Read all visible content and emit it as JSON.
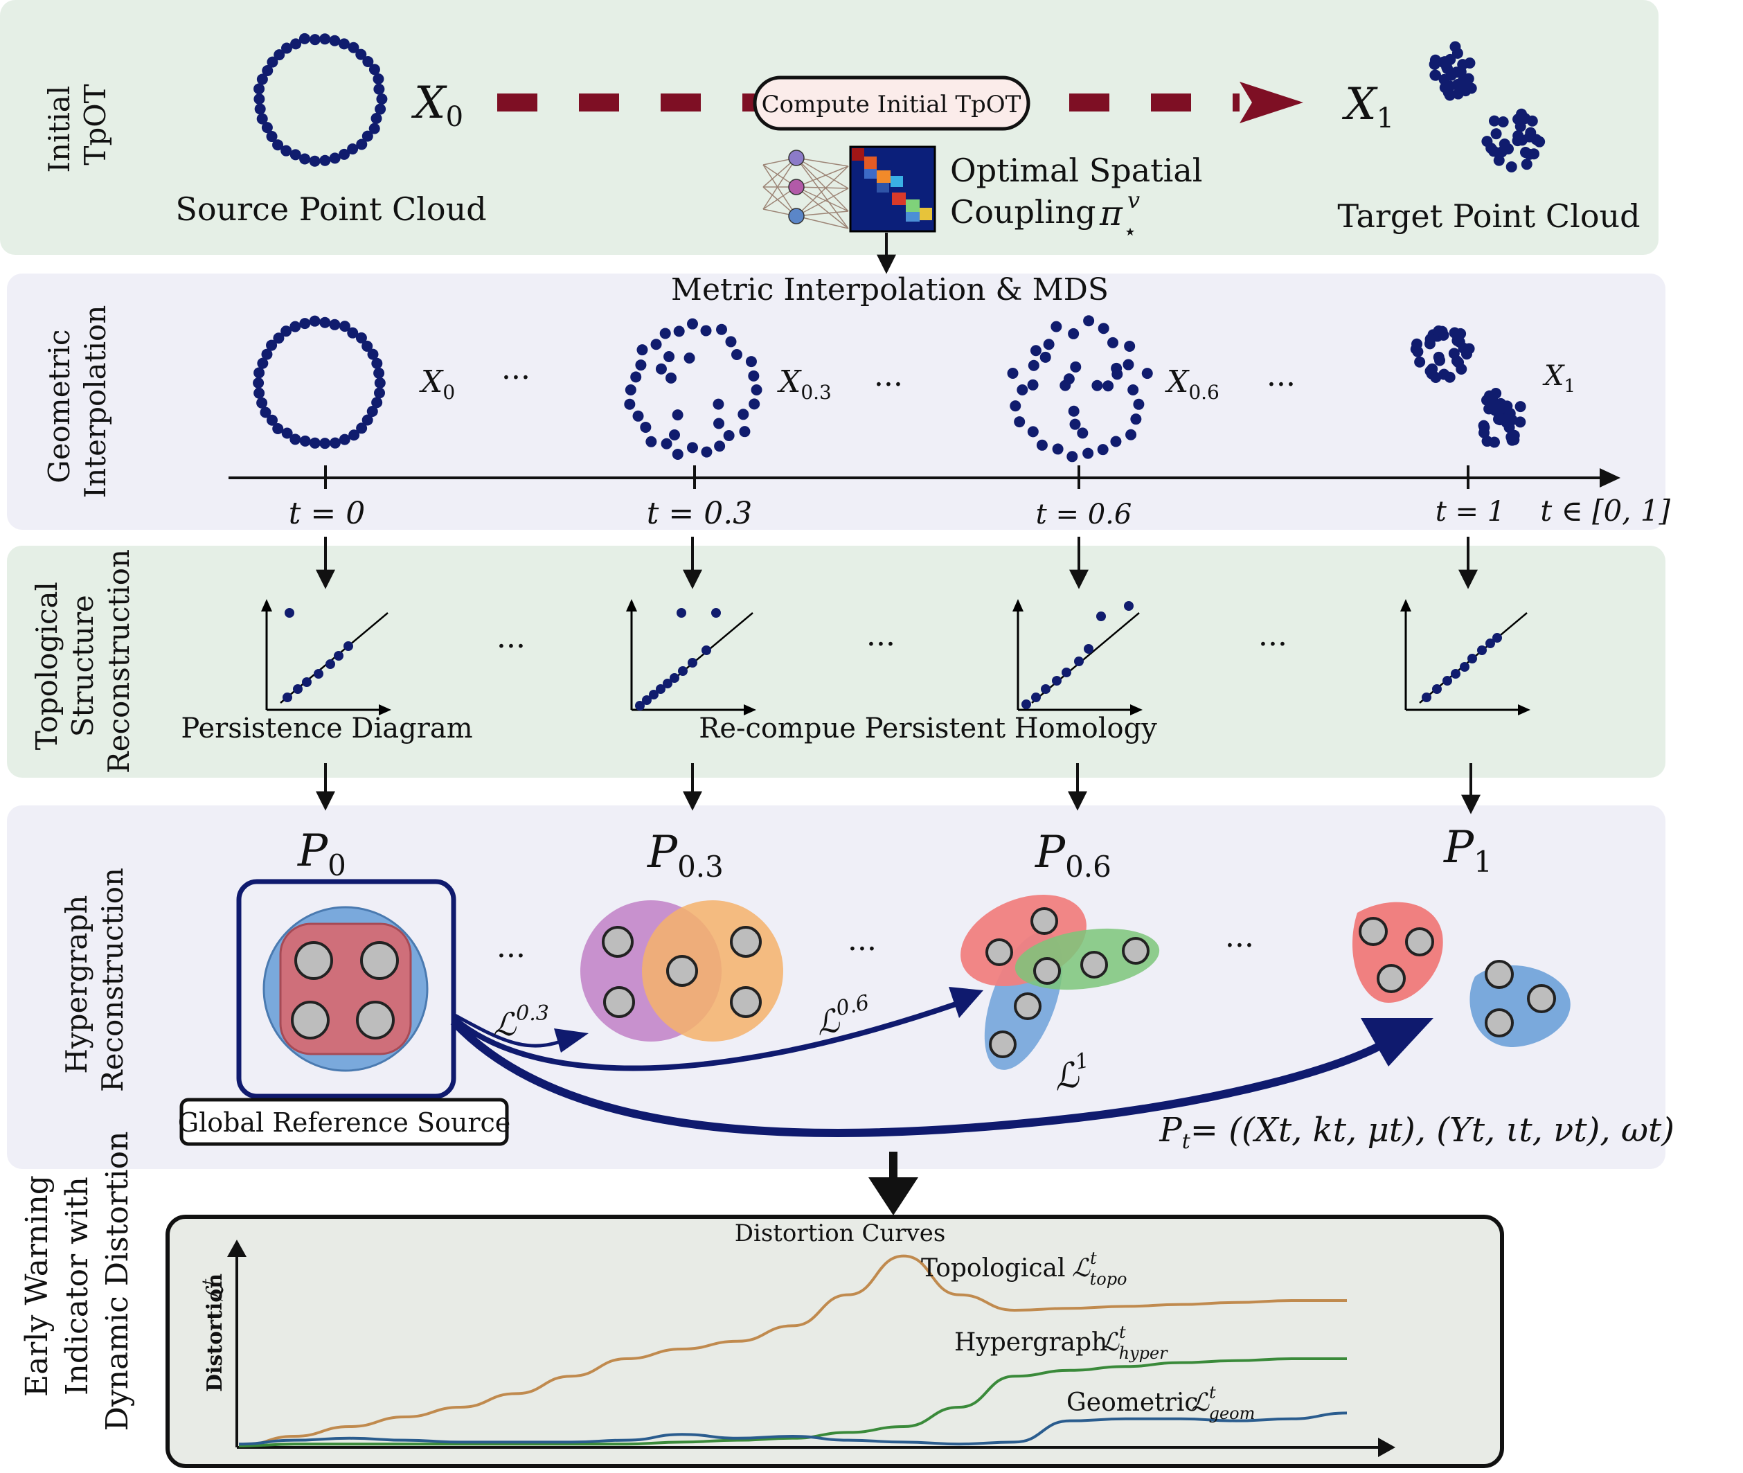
{
  "panels": {
    "p1": {
      "label_l1": "Initial",
      "label_l2": "TpOT",
      "bg": "#e5efe6"
    },
    "p2": {
      "label_l1": "Geometric",
      "label_l2": "Interpolation",
      "bg": "#efeff7"
    },
    "p3": {
      "label_l1": "Topological",
      "label_l2": "Structure",
      "label_l3": "Reconstruction",
      "bg": "#e5efe6"
    },
    "p4": {
      "label_l1": "Hypergraph",
      "label_l2": "Reconstruction",
      "bg": "#efeff7"
    },
    "p5": {
      "label_l1": "Early Warning",
      "label_l2": "Indicator with",
      "label_l3": "Dynamic Distortion",
      "bg": "#e8ebe6"
    }
  },
  "top": {
    "x0_symbol": "X",
    "x0_sub": "0",
    "x1_symbol": "X",
    "x1_sub": "1",
    "source_label": "Source Point Cloud",
    "target_label": "Target Point Cloud",
    "compute_label": "Compute Initial TpOT",
    "coupling_l1": "Optimal Spatial",
    "coupling_l2": "Coupling",
    "coupling_symbol": "π",
    "coupling_sup": "v",
    "coupling_sub": "⋆",
    "arrow_color": "#7e0f24"
  },
  "interp": {
    "title": "Metric Interpolation & MDS",
    "x_labels": [
      {
        "sym": "X",
        "sub": "0"
      },
      {
        "sym": "X",
        "sub": "0.3"
      },
      {
        "sym": "X",
        "sub": "0.6"
      },
      {
        "sym": "X",
        "sub": "1"
      }
    ],
    "t_labels": [
      "t = 0",
      "t = 0.3",
      "t = 0.6",
      "t = 1"
    ],
    "range_label": "t ∈ [0, 1]",
    "ellipsis": "···"
  },
  "topo": {
    "pd_label": "Persistence Diagram",
    "recompute_label": "Re-compue Persistent Homology"
  },
  "hyper": {
    "p_labels": [
      {
        "sym": "P",
        "sub": "0"
      },
      {
        "sym": "P",
        "sub": "0.3"
      },
      {
        "sym": "P",
        "sub": "0.6"
      },
      {
        "sym": "P",
        "sub": "1"
      }
    ],
    "global_label": "Global Reference Source",
    "l_symbol": "ℒ",
    "l_sups": [
      "0.3",
      "0.6",
      "1"
    ],
    "formula": "P",
    "formula_sub": "t",
    "formula_rest": " = ((X",
    "formula_full": "= ((Xt, kt, μt), (Yt, ιt, νt), ωt)",
    "colors": {
      "red": "#f08080",
      "blue": "#7aa9dc",
      "green": "#7cc57a",
      "purple": "#c386c9",
      "orange": "#f4b26b",
      "node": "#bdbdbd",
      "arrow": "#0f1a6e"
    }
  },
  "chart_data": {
    "type": "line",
    "title": "Distortion Curves",
    "ylabel": "Distortion",
    "ylabel_symbol": "ℒ",
    "ylabel_sup": "t",
    "series": [
      {
        "name": "Topological",
        "symbol_sub": "topo",
        "color": "#c08a4e",
        "values": [
          0.0,
          0.05,
          0.1,
          0.15,
          0.2,
          0.27,
          0.36,
          0.45,
          0.5,
          0.54,
          0.62,
          0.78,
          0.98,
          0.78,
          0.7,
          0.71,
          0.72,
          0.73,
          0.74,
          0.75,
          0.75
        ]
      },
      {
        "name": "Hypergraph",
        "symbol_sub": "hyper",
        "color": "#3a8a3a",
        "values": [
          0.0,
          0.01,
          0.01,
          0.01,
          0.01,
          0.01,
          0.01,
          0.01,
          0.02,
          0.03,
          0.04,
          0.07,
          0.1,
          0.2,
          0.36,
          0.39,
          0.41,
          0.43,
          0.44,
          0.45,
          0.45
        ]
      },
      {
        "name": "Geometric",
        "symbol_sub": "geom",
        "color": "#2a5c8e",
        "values": [
          0.01,
          0.03,
          0.04,
          0.03,
          0.02,
          0.02,
          0.02,
          0.03,
          0.06,
          0.04,
          0.05,
          0.03,
          0.02,
          0.01,
          0.02,
          0.13,
          0.14,
          0.14,
          0.13,
          0.14,
          0.17
        ]
      }
    ]
  }
}
